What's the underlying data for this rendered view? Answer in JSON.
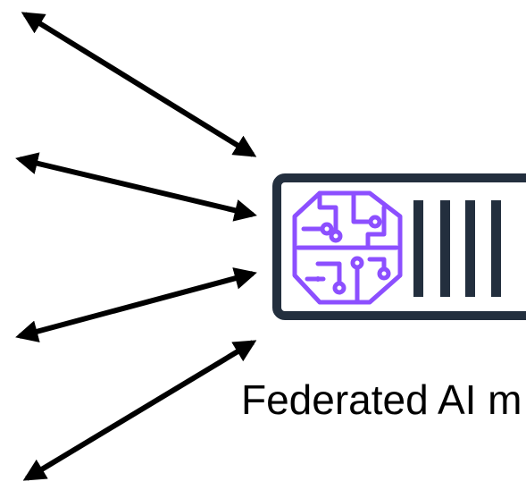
{
  "diagram": {
    "caption": "Federated AI m",
    "colors": {
      "arrow": "#000000",
      "server_frame": "#232f3e",
      "ai_brain_icon": "#8c4fff",
      "background": "#ffffff"
    },
    "arrows": [
      {
        "name": "bidirectional-arrow-1",
        "style": "double-headed"
      },
      {
        "name": "bidirectional-arrow-2",
        "style": "double-headed"
      },
      {
        "name": "bidirectional-arrow-3",
        "style": "double-headed"
      },
      {
        "name": "bidirectional-arrow-4",
        "style": "double-headed"
      }
    ],
    "node": {
      "icon": "ai-brain-icon",
      "type": "server-appliance"
    }
  }
}
